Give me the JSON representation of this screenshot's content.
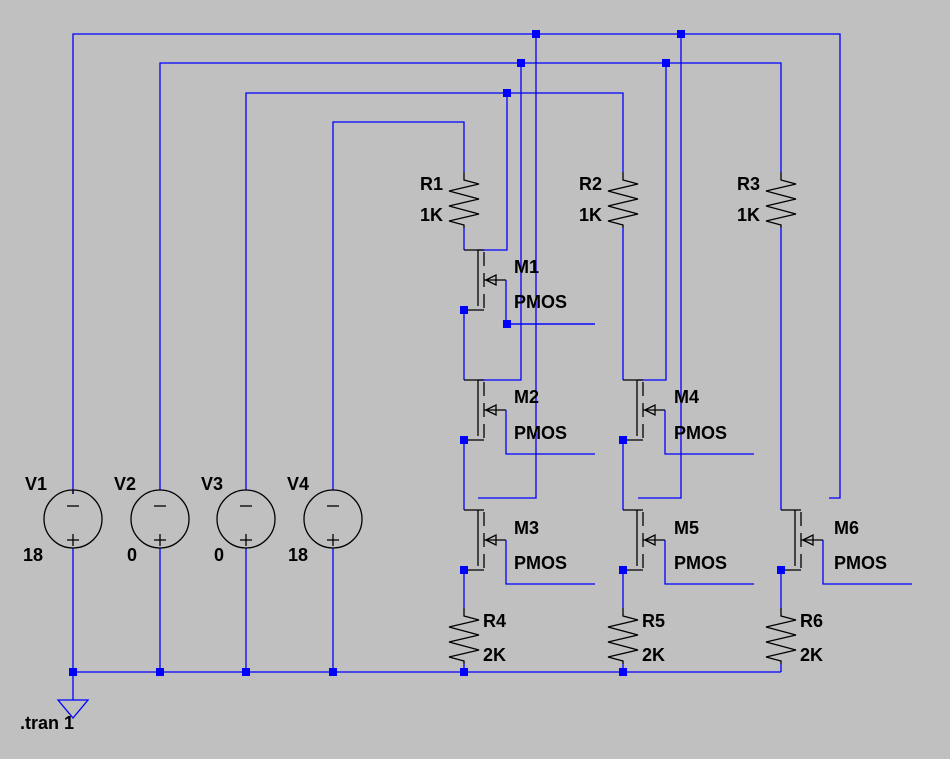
{
  "colors": {
    "background": "#c0c0c0",
    "wire": "#0000ff",
    "component": "#000000",
    "text": "#000000"
  },
  "sources": [
    {
      "name": "V1",
      "value": "18"
    },
    {
      "name": "V2",
      "value": "0"
    },
    {
      "name": "V3",
      "value": "0"
    },
    {
      "name": "V4",
      "value": "18"
    }
  ],
  "resistors": [
    {
      "name": "R1",
      "value": "1K"
    },
    {
      "name": "R2",
      "value": "1K"
    },
    {
      "name": "R3",
      "value": "1K"
    },
    {
      "name": "R4",
      "value": "2K"
    },
    {
      "name": "R5",
      "value": "2K"
    },
    {
      "name": "R6",
      "value": "2K"
    }
  ],
  "transistors": [
    {
      "name": "M1",
      "model": "PMOS"
    },
    {
      "name": "M2",
      "model": "PMOS"
    },
    {
      "name": "M3",
      "model": "PMOS"
    },
    {
      "name": "M4",
      "model": "PMOS"
    },
    {
      "name": "M5",
      "model": "PMOS"
    },
    {
      "name": "M6",
      "model": "PMOS"
    }
  ],
  "directive": ".tran 1",
  "icons": {
    "ground": "ground-icon",
    "voltage_source": "voltage-source-icon"
  }
}
